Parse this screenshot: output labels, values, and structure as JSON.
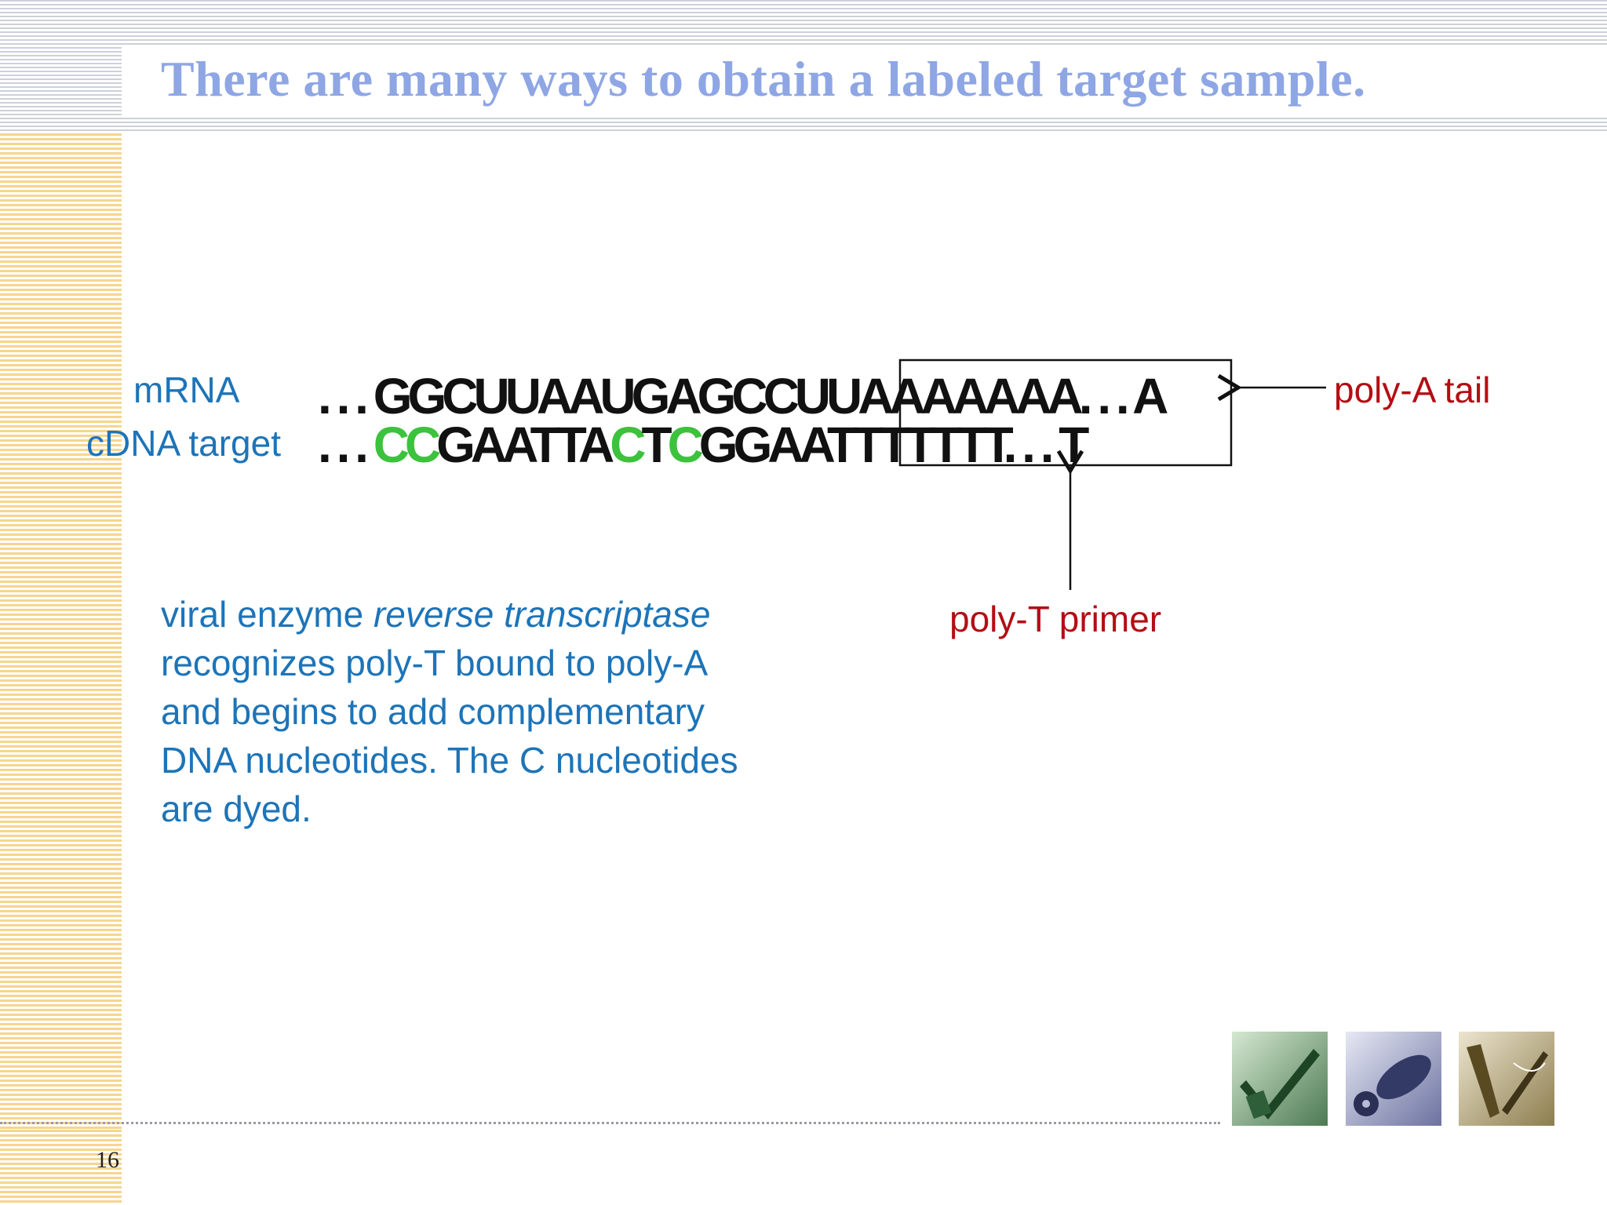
{
  "slide": {
    "title": "There are many ways to obtain a labeled target sample.",
    "page_number": "16"
  },
  "diagram": {
    "mrna_label": "mRNA",
    "cdna_label": "cDNA target",
    "mrna_sequence": ". . . GGCUUAAUGAGCCUUAAAAAAA. . . A",
    "cdna_sequence": ". . . CCGAATTACTCGGAATTTTTTT. . . T",
    "cdna_segments": [
      {
        "text": ". . . ",
        "dyed": false
      },
      {
        "text": "CC",
        "dyed": true
      },
      {
        "text": "GAATTA",
        "dyed": false
      },
      {
        "text": "C",
        "dyed": true
      },
      {
        "text": "T",
        "dyed": false
      },
      {
        "text": "C",
        "dyed": true
      },
      {
        "text": "GGAATTTTTTT. . . T",
        "dyed": false
      }
    ],
    "poly_a_label": "poly-A tail",
    "poly_t_label": "poly-T primer",
    "dyed_color": "#3cc23c",
    "label_color": "#1d74b8",
    "annotation_color": "#b30e14"
  },
  "description": {
    "line1_prefix": "viral enzyme ",
    "line1_italic": "reverse transcriptase",
    "line2": "recognizes poly-T bound to poly-A",
    "line3": "and begins to add complementary",
    "line4": "DNA nucleotides. The C nucleotides",
    "line5": "are dyed."
  },
  "icons": [
    "checkmark-icon",
    "disc-icon",
    "wand-icon"
  ]
}
